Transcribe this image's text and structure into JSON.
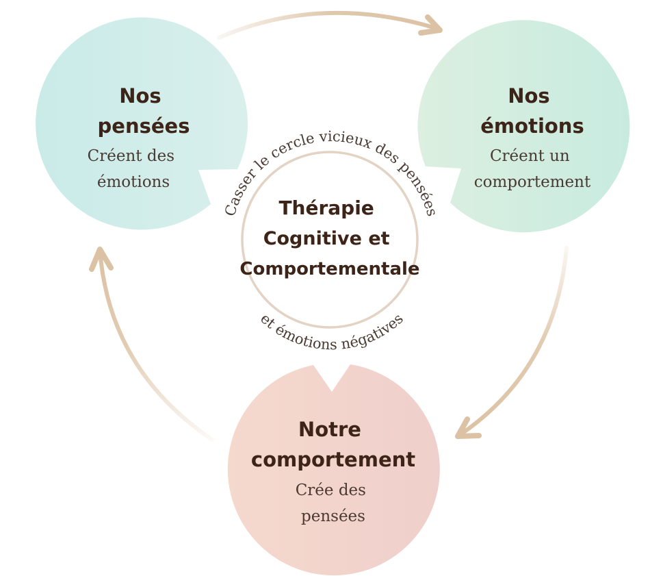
{
  "diagram": {
    "colors": {
      "text_dark": "#3d2418",
      "text_sub": "#4a3a32",
      "arrow": "#dcc2a4",
      "ring": "#e3d3c4",
      "thoughts_fill_left": "#c9ebe8",
      "thoughts_fill_right": "#d9efec",
      "emotions_fill_left": "#dcefe0",
      "emotions_fill_right": "#c8ebe0",
      "behavior_fill_left": "#f5d9cd",
      "behavior_fill_right": "#efcfcb"
    },
    "nodes": [
      {
        "id": "thoughts",
        "title_lines": [
          "Nos",
          "pensées"
        ],
        "subtitle_lines": [
          "Créent des",
          "émotions"
        ]
      },
      {
        "id": "emotions",
        "title_lines": [
          "Nos",
          "émotions"
        ],
        "subtitle_lines": [
          "Créent un",
          "comportement"
        ]
      },
      {
        "id": "behavior",
        "title_lines": [
          "Notre",
          "comportement"
        ],
        "subtitle_lines": [
          "Crée des",
          "pensées"
        ]
      }
    ],
    "center": {
      "title_lines": [
        "Thérapie",
        "Cognitive et",
        "Comportementale"
      ],
      "arc_top": "Casser le cercle vicieux des pensées",
      "arc_bottom": "et émotions négatives"
    },
    "arrows": [
      {
        "from": "thoughts",
        "to": "emotions"
      },
      {
        "from": "emotions",
        "to": "behavior"
      },
      {
        "from": "behavior",
        "to": "thoughts"
      }
    ]
  }
}
